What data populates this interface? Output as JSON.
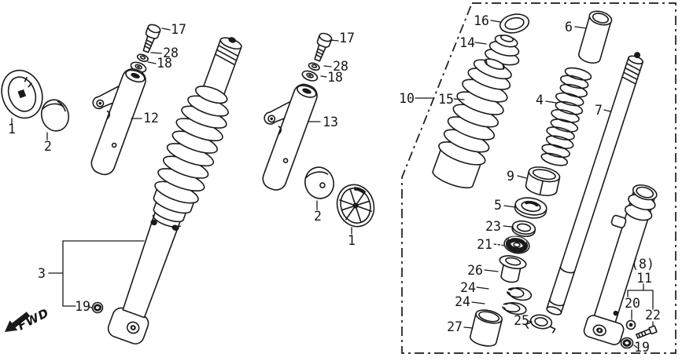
{
  "diagram": {
    "description": "Exploded parts diagram of a motorcycle front fork assembly",
    "background_color": "#ffffff",
    "line_color": "#1a1a1a",
    "fwd_marker": "FWD",
    "callouts": [
      "1",
      "2",
      "17",
      "28",
      "18",
      "12",
      "3",
      "19",
      "17",
      "28",
      "18",
      "13",
      "2",
      "1",
      "16",
      "14",
      "10",
      "15",
      "4",
      "6",
      "7",
      "9",
      "5",
      "23",
      "21",
      "26",
      "24",
      "24",
      "27",
      "25",
      "(8)",
      "11",
      "20",
      "22",
      "19"
    ]
  }
}
